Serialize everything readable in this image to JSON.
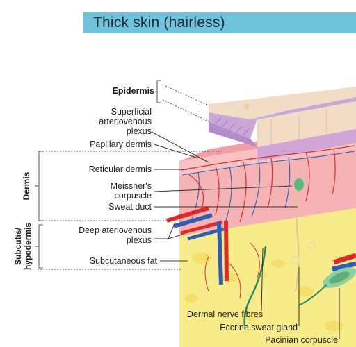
{
  "title": "Thick skin (hairless)",
  "labels": {
    "epidermis": "Epidermis",
    "superficial_plexus": [
      "Superficial",
      "arteriovenous",
      "plexus"
    ],
    "papillary_dermis": "Papillary dermis",
    "reticular_dermis": "Reticular dermis",
    "meissner_corpuscle": [
      "Meissner's",
      "corpuscle"
    ],
    "sweat_duct": "Sweat duct",
    "deep_plexus": [
      "Deep ateriovenous",
      "plexus"
    ],
    "subcutaneous_fat": "Subcutaneous fat",
    "dermal_nerve_fibres": "Dermal nerve fibres",
    "eccrine_sweat_gland": "Eccrine sweat gland",
    "pacinian_corpuscle": "Pacinian corpuscle"
  },
  "layer_groups": {
    "dermis": "Dermis",
    "subcutis": [
      "Subcutis/",
      "hypodermis"
    ]
  },
  "colors": {
    "title_bar": "#6fc4dc",
    "epidermis_surface": "#f2dcc6",
    "epidermis_basal": "#c9a7d6",
    "dermis": "#f6b3b6",
    "hypodermis_fat": "#f8ec8a",
    "artery": "#e02a2a",
    "vein": "#2f5fb5"
  }
}
